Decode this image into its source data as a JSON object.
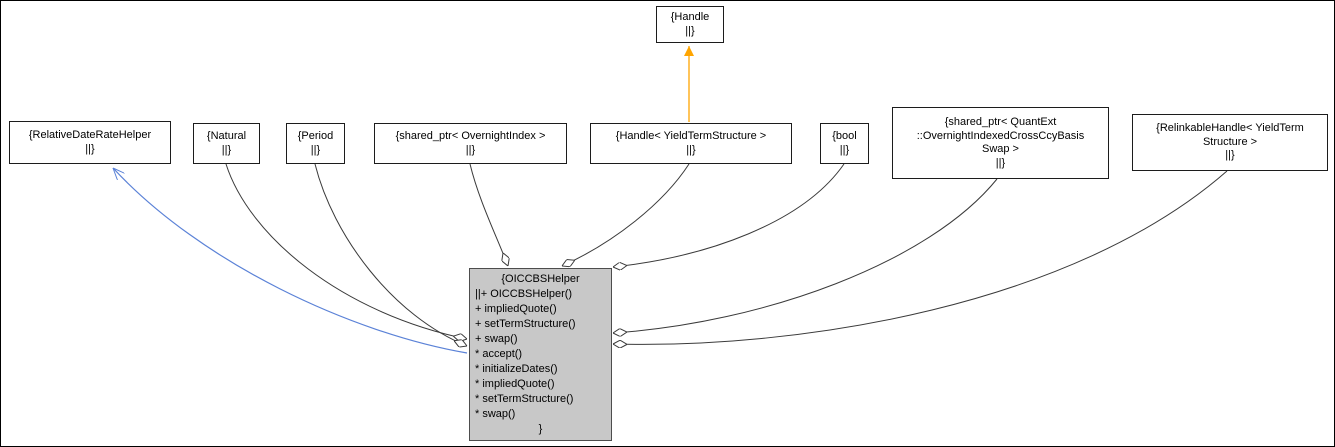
{
  "nodes": {
    "handle": {
      "label": "{Handle\n||}"
    },
    "relative_date_rate_helper": {
      "label": "{RelativeDateRateHelper\n||}"
    },
    "natural": {
      "label": "{Natural\n||}"
    },
    "period": {
      "label": "{Period\n||}"
    },
    "shared_ptr_overnight_index": {
      "label": "{shared_ptr< OvernightIndex >\n||}"
    },
    "handle_yield_term_structure": {
      "label": "{Handle< YieldTermStructure >\n||}"
    },
    "bool": {
      "label": "{bool\n||}"
    },
    "shared_ptr_quantext_swap": {
      "label": "{shared_ptr< QuantExt\n::OvernightIndexedCrossCcyBasis\nSwap >\n||}"
    },
    "relinkable_handle": {
      "label": "{RelinkableHandle< YieldTerm\nStructure >\n||}"
    },
    "oiccbs_helper": {
      "title": "{OICCBSHelper",
      "members": "||+ OICCBSHelper()\n+ impliedQuote()\n+ setTermStructure()\n+ swap()\n* accept()\n* initializeDates()\n* impliedQuote()\n* setTermStructure()\n* swap()",
      "close": "}"
    }
  },
  "edges": [
    {
      "from": "Handle",
      "to": "Handle< YieldTermStructure >",
      "type": "template-instance"
    },
    {
      "from": "RelativeDateRateHelper",
      "to": "OICCBSHelper",
      "type": "inheritance"
    },
    {
      "from": "Natural",
      "to": "OICCBSHelper",
      "type": "aggregation"
    },
    {
      "from": "Period",
      "to": "OICCBSHelper",
      "type": "aggregation"
    },
    {
      "from": "shared_ptr< OvernightIndex >",
      "to": "OICCBSHelper",
      "type": "aggregation"
    },
    {
      "from": "Handle< YieldTermStructure >",
      "to": "OICCBSHelper",
      "type": "aggregation"
    },
    {
      "from": "bool",
      "to": "OICCBSHelper",
      "type": "aggregation"
    },
    {
      "from": "shared_ptr< QuantExt::OvernightIndexedCrossCcyBasisSwap >",
      "to": "OICCBSHelper",
      "type": "aggregation"
    },
    {
      "from": "RelinkableHandle< YieldTermStructure >",
      "to": "OICCBSHelper",
      "type": "aggregation"
    }
  ],
  "colors": {
    "aggregation": "#3a3a3a",
    "inheritance": "#5b82d7",
    "template": "#ffa500",
    "selected_node_fill": "#c8c8c8"
  }
}
